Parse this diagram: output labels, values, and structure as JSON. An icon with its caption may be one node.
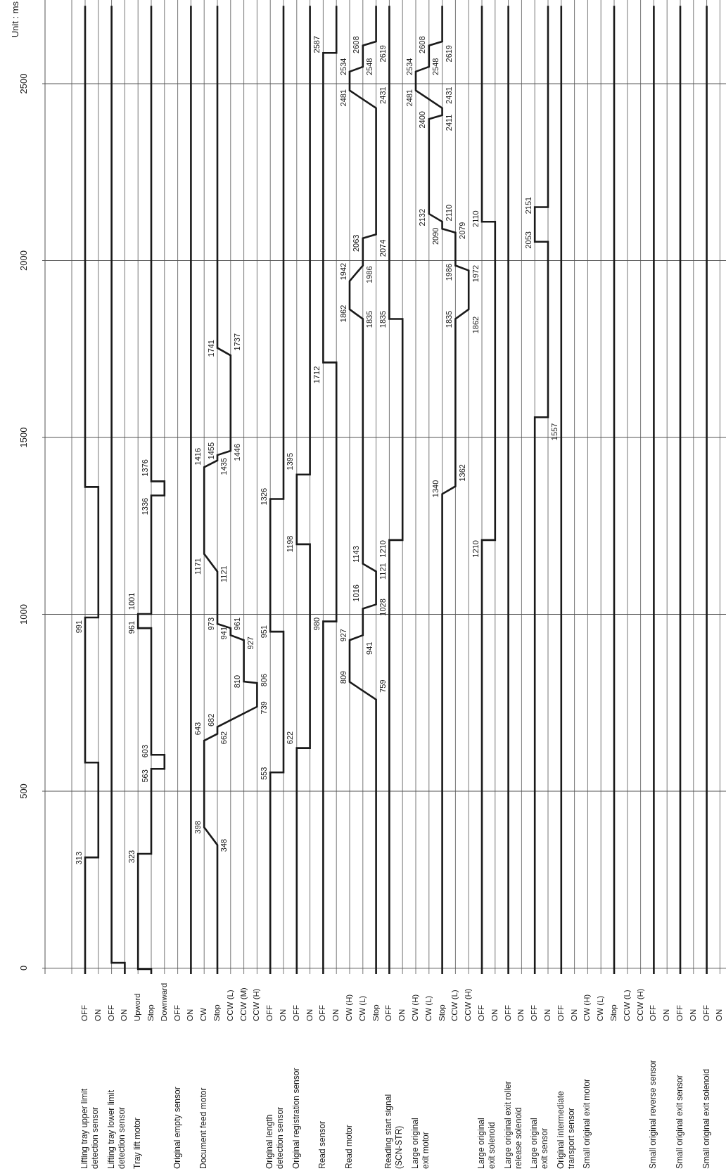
{
  "diagram": {
    "labels": [
      "Unit : ms",
      "0",
      "500",
      "1000",
      "1500",
      "2000",
      "2500",
      "Lifting tray upper limit detection sensor",
      "Lifting tray lower limit detection sensor",
      "Tray lift motor",
      "Original empty sensor",
      "Document feed motor",
      "Original length detection sensor",
      "Original registration sensor",
      "Read sensor",
      "Read motor",
      "Reading start signal (SCN-STR)",
      "Large original exit motor",
      "Large original exit solenoid",
      "Large original exit roller release solenoid",
      "Large original exit sensor",
      "Original intermediate transport sensor",
      "Small original exit motor",
      "Small original reverse sensor",
      "Small original exit sensor",
      "Small original exit solenoid",
      "OFF",
      "ON",
      "OFF",
      "ON",
      "Upword",
      "Stop",
      "Downward",
      "OFF",
      "ON",
      "CW",
      "Stop",
      "CCW (L)",
      "CCW (M)",
      "CCW (H)",
      "OFF",
      "ON",
      "OFF",
      "ON",
      "OFF",
      "ON",
      "CW (H)",
      "CW (L)",
      "Stop",
      "OFF",
      "ON",
      "CW (H)",
      "CW (L)",
      "Stop",
      "CCW (L)",
      "CCW (H)",
      "OFF",
      "ON",
      "OFF",
      "ON",
      "OFF",
      "ON",
      "OFF",
      "ON",
      "CW (H)",
      "CW (L)",
      "Stop",
      "CCW (L)",
      "CCW (H)",
      "OFF",
      "ON",
      "OFF",
      "ON",
      "OFF",
      "ON",
      "313",
      "991",
      "323",
      "563",
      "603",
      "961",
      "1001",
      "1336",
      "1376",
      "348",
      "398",
      "643",
      "662",
      "682",
      "739",
      "810",
      "806",
      "927",
      "941",
      "973",
      "961",
      "1121",
      "1171",
      "1416",
      "1435",
      "1455",
      "1446",
      "1741",
      "1737",
      "553",
      "951",
      "1326",
      "622",
      "1198",
      "1395",
      "980",
      "1712",
      "2587",
      "759",
      "809",
      "927",
      "941",
      "1016",
      "1028",
      "1121",
      "1143",
      "1862",
      "1835",
      "1942",
      "1986",
      "2063",
      "2074",
      "2481",
      "2431",
      "2534",
      "2548",
      "2608",
      "2619",
      "1210",
      "1835",
      "1340",
      "1362",
      "1835",
      "1862",
      "1986",
      "1972",
      "2090",
      "2079",
      "2132",
      "2110",
      "2400",
      "2411",
      "2481",
      "2431",
      "2534",
      "2548",
      "2608",
      "2619",
      "1210",
      "2110",
      "1557",
      "2053",
      "2151"
    ]
  }
}
